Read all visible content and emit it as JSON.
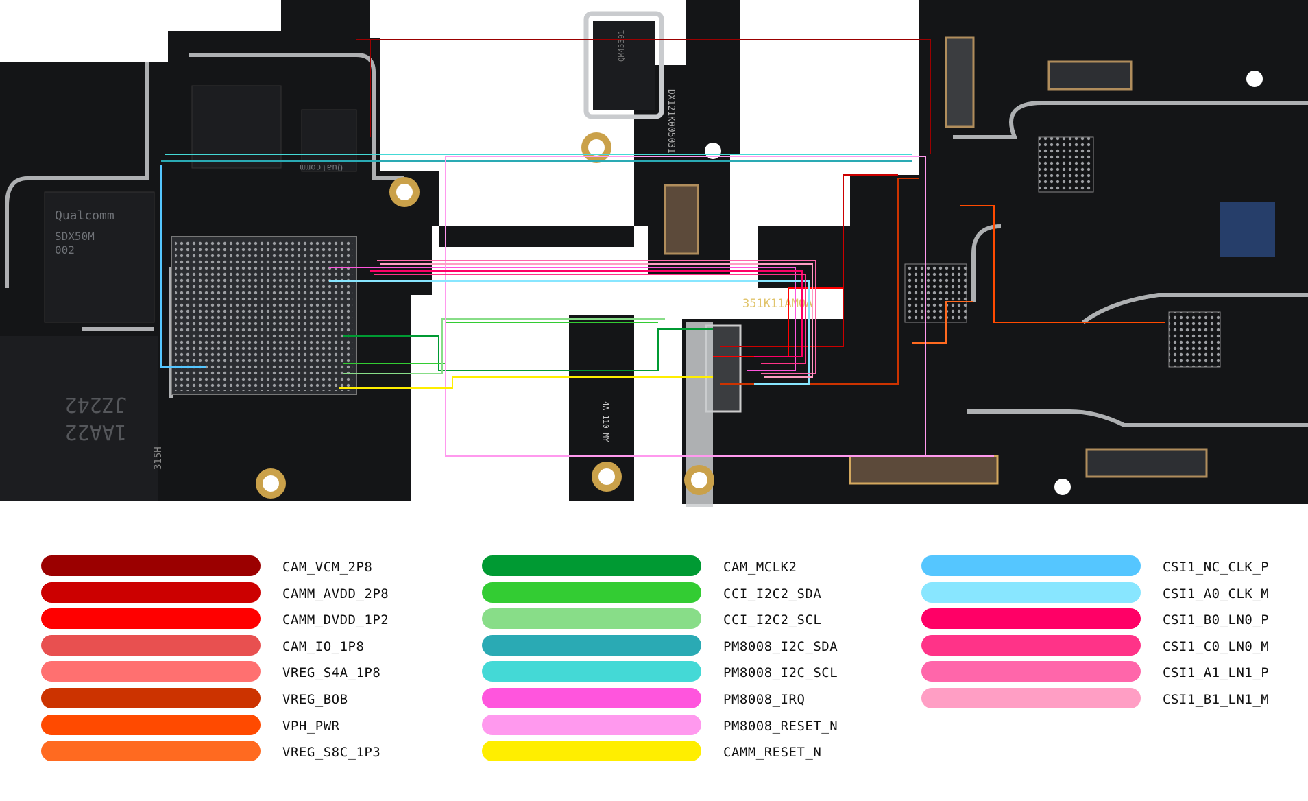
{
  "board_text": {
    "left_chip_brand": "Qualcomm",
    "left_chip_model": "SDX50M",
    "left_chip_code": "002",
    "upper_chip_brand": "Qualcomm",
    "serial_marking": "351K11AM0A",
    "vertical_marking": "DX121K00503I",
    "mid_chip_marking": "QM45391",
    "lower_left_marking": "JZ242",
    "lower_left_marking2": "1AA22",
    "small_chip_marking": "4A 110 MY",
    "side_marking": "315H"
  },
  "legend": {
    "columns": [
      [
        {
          "label": "CAM_VCM_2P8",
          "color": "#9b0000"
        },
        {
          "label": "CAMM_AVDD_2P8",
          "color": "#cc0000"
        },
        {
          "label": "CAMM_DVDD_1P2",
          "color": "#ff0000"
        },
        {
          "label": "CAM_IO_1P8",
          "color": "#e85050"
        },
        {
          "label": "VREG_S4A_1P8",
          "color": "#ff7070"
        },
        {
          "label": "VREG_BOB",
          "color": "#cc3300"
        },
        {
          "label": "VPH_PWR",
          "color": "#ff4a00"
        },
        {
          "label": "VREG_S8C_1P3",
          "color": "#ff6a20"
        }
      ],
      [
        {
          "label": "CAM_MCLK2",
          "color": "#009a33"
        },
        {
          "label": "CCI_I2C2_SDA",
          "color": "#33cc33"
        },
        {
          "label": "CCI_I2C2_SCL",
          "color": "#88dd88"
        },
        {
          "label": "PM8008_I2C_SDA",
          "color": "#2aaab4"
        },
        {
          "label": "PM8008_I2C_SCL",
          "color": "#44d9d6"
        },
        {
          "label": "PM8008_IRQ",
          "color": "#ff55dd"
        },
        {
          "label": "PM8008_RESET_N",
          "color": "#ff99ee"
        },
        {
          "label": "CAMM_RESET_N",
          "color": "#ffee00"
        }
      ],
      [
        {
          "label": "CSI1_NC_CLK_P",
          "color": "#55c6ff"
        },
        {
          "label": "CSI1_A0_CLK_M",
          "color": "#88e6ff"
        },
        {
          "label": "CSI1_B0_LN0_P",
          "color": "#ff0066"
        },
        {
          "label": "CSI1_C0_LN0_M",
          "color": "#ff3388"
        },
        {
          "label": "CSI1_A1_LN1_P",
          "color": "#ff66aa"
        },
        {
          "label": "CSI1_B1_LN1_M",
          "color": "#ff9ec4"
        }
      ]
    ]
  }
}
